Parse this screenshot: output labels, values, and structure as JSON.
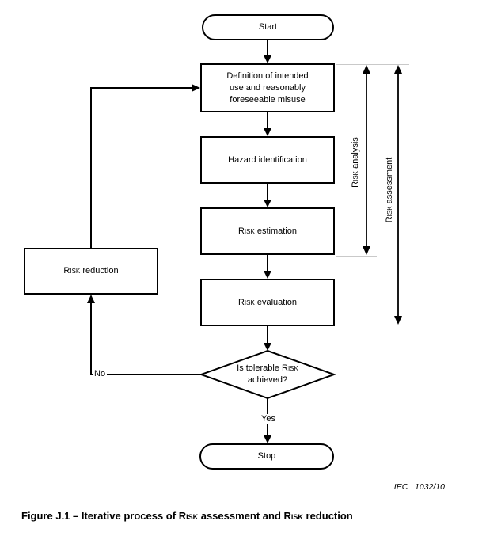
{
  "palette": {
    "line": "#000000",
    "tick": "#c9c9c9",
    "background": "#ffffff"
  },
  "flowchart": {
    "start": "Start",
    "definition": {
      "line1": "Definition of intended",
      "line2": "use and reasonably",
      "line3": "foreseeable misuse"
    },
    "hazard": "Hazard identification",
    "estimation": {
      "sc": "Risk",
      "rest": " estimation"
    },
    "evaluation": {
      "sc": "Risk",
      "rest": " evaluation"
    },
    "reduction": {
      "sc": "Risk",
      "rest": " reduction"
    },
    "decision": {
      "line1_pre": "Is tolerable ",
      "line1_sc": "Risk",
      "line2": "achieved?"
    },
    "stop": "Stop",
    "no_label": "No",
    "yes_label": "Yes",
    "brackets": {
      "analysis": {
        "sc": "Risk",
        "rest": " analysis"
      },
      "assessment": {
        "sc": "Risk",
        "rest": " assessment"
      }
    }
  },
  "figure": {
    "credit": "IEC   1032/10",
    "caption": {
      "part1": "Figure J.1 – Iterative process of ",
      "sc1": "Risk",
      "part2": " assessment and ",
      "sc2": "Risk",
      "part3": " reduction"
    }
  }
}
